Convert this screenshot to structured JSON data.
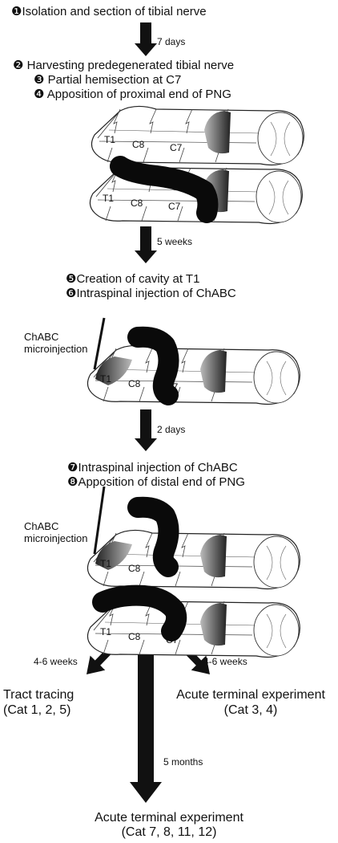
{
  "steps": {
    "s1": "❶Isolation and section of tibial nerve",
    "s2": "❷ Harvesting predegenerated tibial nerve",
    "s3": "❸ Partial hemisection at C7",
    "s4": "❹ Apposition of proximal end of PNG",
    "s5": "❺Creation of cavity at T1",
    "s6": "❻Intraspinal injection of ChABC",
    "s7": "❼Intraspinal injection of ChABC",
    "s8": "❽Apposition of distal end of PNG"
  },
  "intervals": {
    "i1": "7 days",
    "i2": "5 weeks",
    "i3": "2 days",
    "i4": "4-6 weeks",
    "i5": "4-6 weeks",
    "i6": "5 months"
  },
  "segment_labels": {
    "t1": "T1",
    "c8": "C8",
    "c7": "C7"
  },
  "microinjection": {
    "line1": "ChABC",
    "line2": "microinjection"
  },
  "outcomes": {
    "left_title": "Tract tracing",
    "left_cats": "(Cat 1, 2, 5)",
    "right_title": "Acute terminal experiment",
    "right_cats": "(Cat 3, 4)",
    "bottom_title": "Acute terminal experiment",
    "bottom_cats": "(Cat 7, 8, 11, 12)"
  }
}
